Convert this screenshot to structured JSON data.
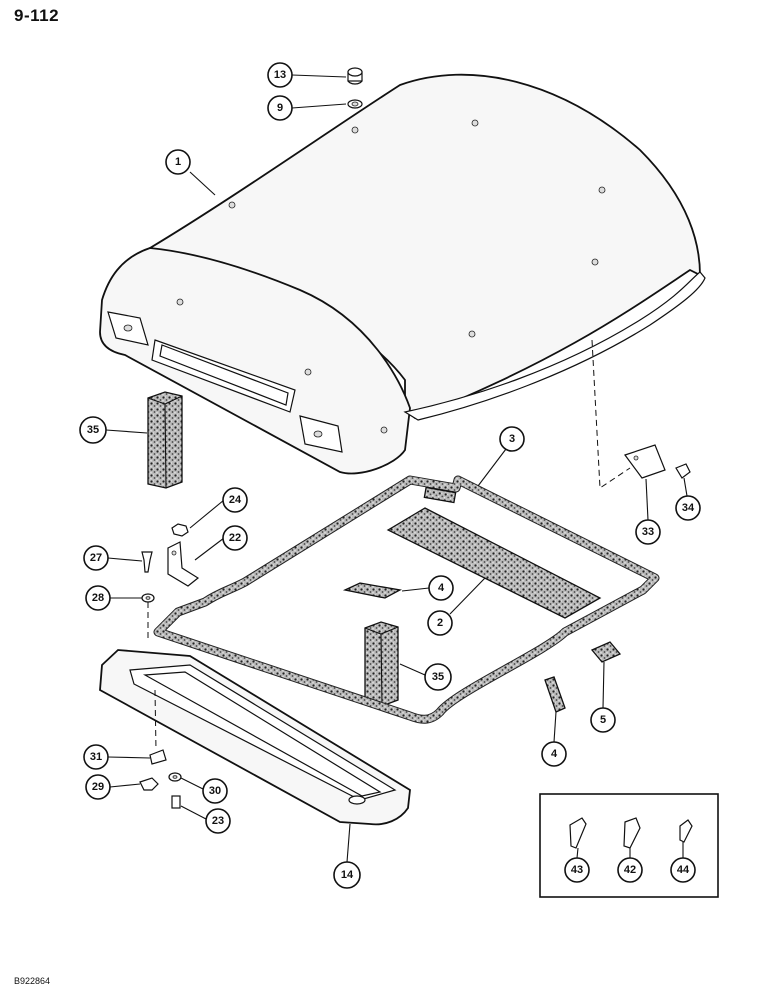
{
  "page_number": "9-112",
  "drawing_code": "B922864",
  "callouts": {
    "c13": "13",
    "c9": "9",
    "c1": "1",
    "c35a": "35",
    "c3": "3",
    "c24": "24",
    "c22": "22",
    "c27": "27",
    "c28": "28",
    "c4a": "4",
    "c2": "2",
    "c35b": "35",
    "c5": "5",
    "c4b": "4",
    "c33": "33",
    "c34": "34",
    "c31": "31",
    "c29": "29",
    "c30": "30",
    "c23": "23",
    "c14": "14",
    "c43": "43",
    "c42": "42",
    "c44": "44"
  }
}
